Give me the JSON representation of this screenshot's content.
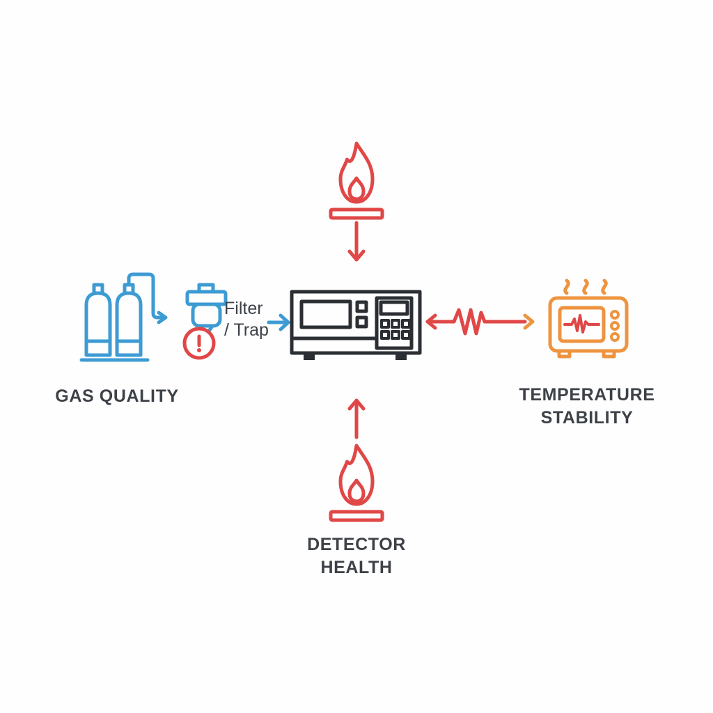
{
  "colors": {
    "blue": "#3d9bd3",
    "red": "#e04747",
    "orange": "#ee9440",
    "dark": "#2b2f33",
    "text": "#3d4248"
  },
  "nodes": {
    "flame_top": {
      "icon": "flame-burner-icon"
    },
    "flame_bottom": {
      "icon": "flame-burner-icon"
    },
    "gas_supply": {
      "icon": "gas-cylinders-icon",
      "label": "GAS QUALITY"
    },
    "filter_trap": {
      "icon": "filter-trap-icon",
      "alert_icon": "alert-exclamation-icon",
      "annotation_line1": "Filter",
      "annotation_line2": "/ Trap"
    },
    "instrument": {
      "icon": "gc-instrument-icon"
    },
    "oven": {
      "icon": "temperature-oven-icon",
      "label_line1": "TEMPERATURE",
      "label_line2": "STABILITY"
    },
    "detector": {
      "label_line1": "DETECTOR",
      "label_line2": "HEALTH"
    }
  },
  "connectors": {
    "top_arrow": "arrow-down",
    "bottom_arrow": "arrow-up",
    "gas_line_arrow": "arrow-right",
    "filter_to_instrument_arrow": "arrow-right",
    "noise_link": "zigzag-double-arrow"
  }
}
